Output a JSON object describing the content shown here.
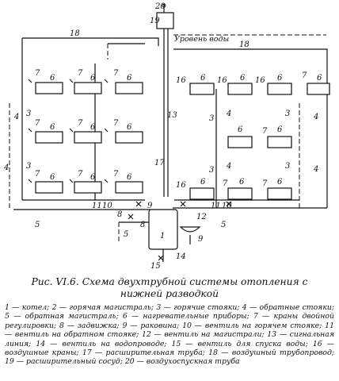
{
  "figure": {
    "caption": "Рис. VI.6. Схема двухтрубной системы отопления с нижней разводкой",
    "water_level_label": "Уровень воды",
    "legend": [
      "1 — котел;",
      "2 — горячая магистраль;",
      "3 — горячие стояки;",
      "4 — обратные стояки;",
      "5 — обратная магистраль;",
      "6 — нагревательные приборы;",
      "7 — краны двойной регулировки;",
      "8 — задвижка;",
      "9 — раковина;",
      "10 — вентиль на горячем стояке;",
      "11 — вентиль на обратном стояке;",
      "12 — вентиль на магистрали;",
      "13 — сигнальная линия;",
      "14 — вентиль на водопроводе;",
      "15 — вентиль для спуска воды;",
      "16 — воздушные краны;",
      "17 — расширительная труба;",
      "18 — воздушный трубопровод;",
      "19 — расширительный сосуд;",
      "20 — воздухоспускная труба"
    ],
    "labels": {
      "n1": "1",
      "n3": "3",
      "n4": "4",
      "n5": "5",
      "n6": "6",
      "n7": "7",
      "n8": "8",
      "n9": "9",
      "n10": "10",
      "n11": "11",
      "n12": "12",
      "n13": "13",
      "n14": "14",
      "n15": "15",
      "n16": "16",
      "n17": "17",
      "n18": "18",
      "n19": "19",
      "n20": "20"
    }
  }
}
